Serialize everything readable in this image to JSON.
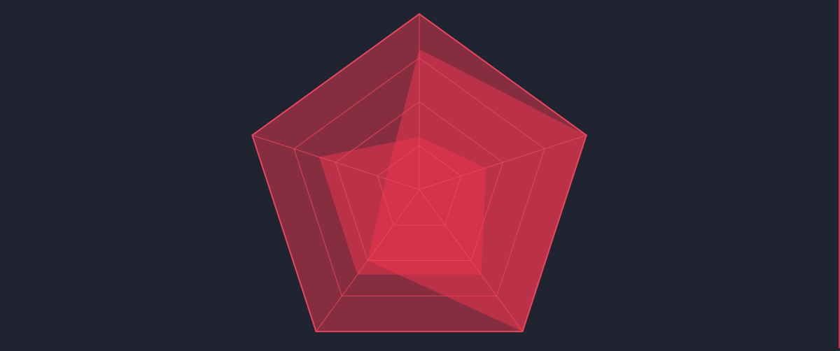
{
  "chart_data": {
    "type": "radar",
    "axes_count": 5,
    "levels": 4,
    "range": [
      0,
      100
    ],
    "series": [
      {
        "values": [
          100,
          100,
          100,
          100,
          100
        ]
      },
      {
        "values": [
          80,
          100,
          100,
          50,
          20
        ]
      },
      {
        "values": [
          30,
          40,
          60,
          60,
          60
        ]
      }
    ],
    "colors": {
      "background": "#1f2430",
      "grid": "#e8475f",
      "fill": "#f0354f",
      "accent_edge": "#c8324a"
    },
    "grid": true,
    "legend": "none"
  }
}
